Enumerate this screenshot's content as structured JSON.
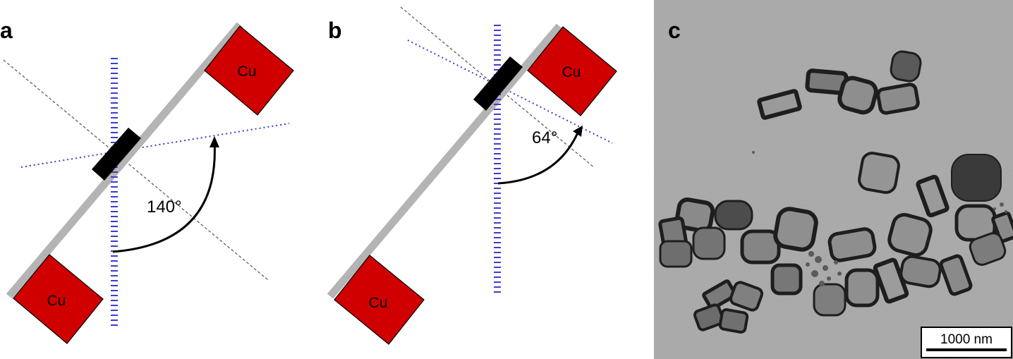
{
  "panels": {
    "a": {
      "label": "a",
      "angle_label": "140°",
      "cu_top_label": "Cu",
      "cu_bottom_label": "Cu"
    },
    "b": {
      "label": "b",
      "angle_label": "64°",
      "cu_top_label": "Cu",
      "cu_bottom_label": "Cu"
    },
    "c": {
      "label": "c",
      "scale_bar_label": "1000 nm"
    }
  },
  "colors": {
    "cu_pad": "#d00000",
    "holder": "#b4b4b4",
    "sample": "#000000",
    "beam_axis": "#3c3cd0",
    "guide_line": "#555555",
    "tem_background": "#a8a8a8"
  }
}
